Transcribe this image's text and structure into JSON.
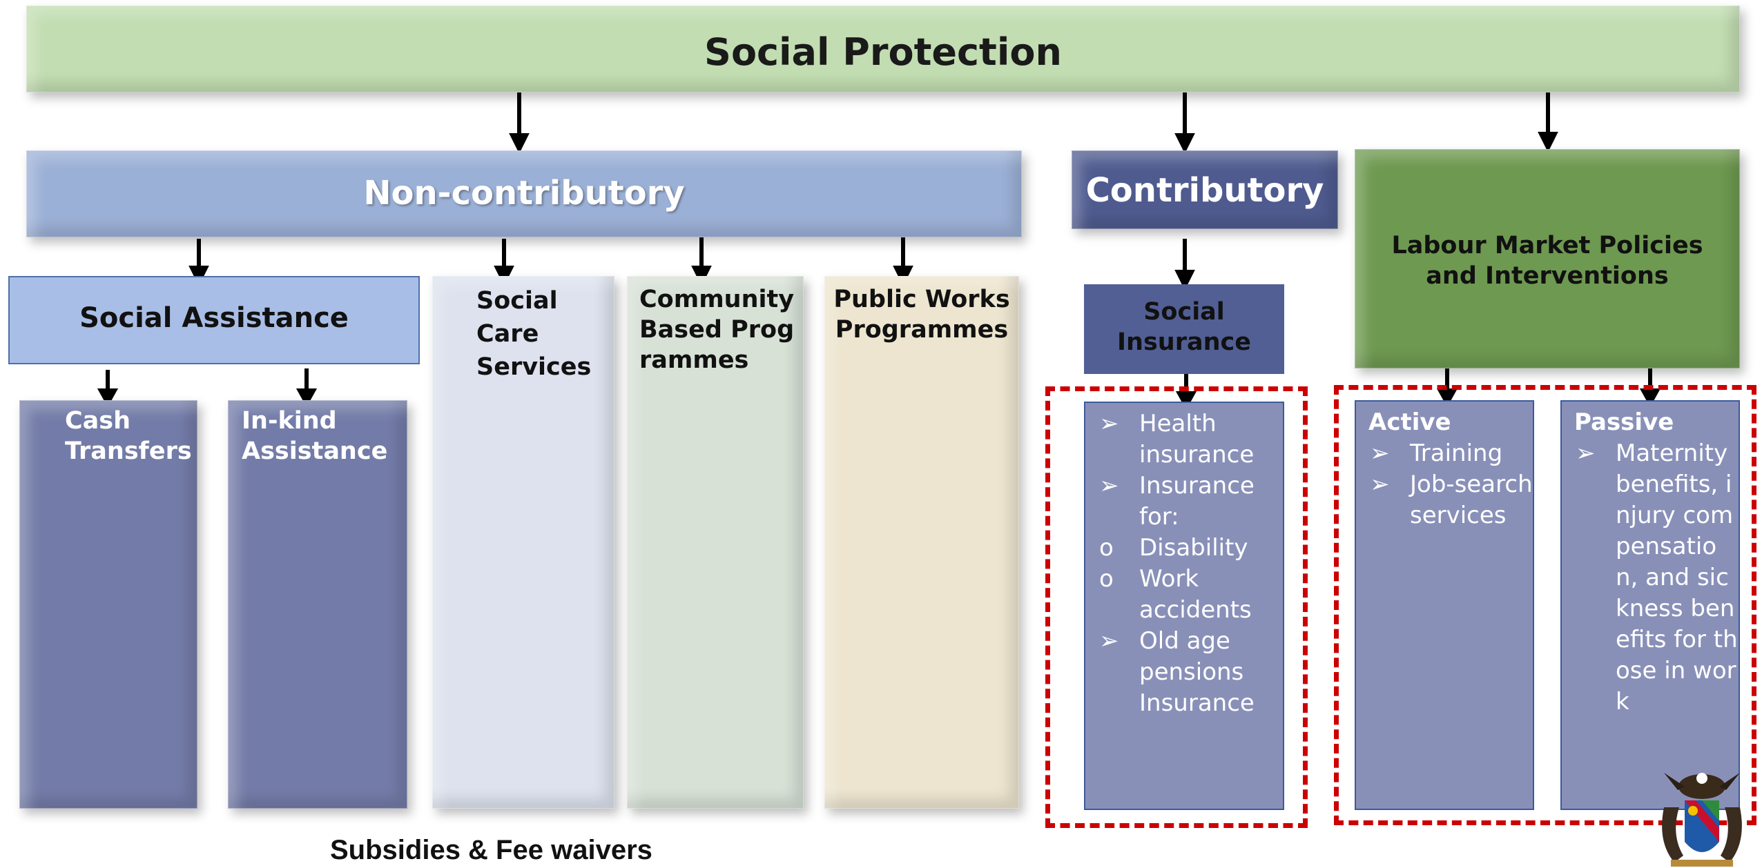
{
  "title": "Social Protection",
  "non_contributory": "Non-contributory",
  "contributory": "Contributory",
  "labour": "Labour Market Policies and Interventions",
  "social_assistance": "Social Assistance",
  "social_insurance": "Social Insurance",
  "cash_transfers": "Cash Transfers",
  "inkind": "In-kind Assistance",
  "social_care": "Social Care Services",
  "community": "Community Based Programmes",
  "public_works": "Public Works Programmes",
  "health_list": [
    {
      "marker": "➢",
      "text": "Health insurance"
    },
    {
      "marker": "➢",
      "text": "Insurance for:"
    },
    {
      "marker": "o",
      "text": "Disability"
    },
    {
      "marker": "o",
      "text": "Work accidents"
    },
    {
      "marker": "➢",
      "text": "Old age pensions Insurance"
    }
  ],
  "active": {
    "heading": "Active",
    "items": [
      "Training",
      "Job-search services"
    ]
  },
  "passive": {
    "heading": "Passive",
    "items": [
      "Maternity benefits, injury compensation, and sickness benefits for those in work"
    ]
  },
  "subsidies": "Subsidies & Fee waivers",
  "colors": {
    "dashed_border": "#cc0000",
    "top_bar": "#c2ddb1",
    "non_contributory": "#9bb0d6",
    "contributory": "#4f5b8f",
    "labour": "#6e9950"
  }
}
